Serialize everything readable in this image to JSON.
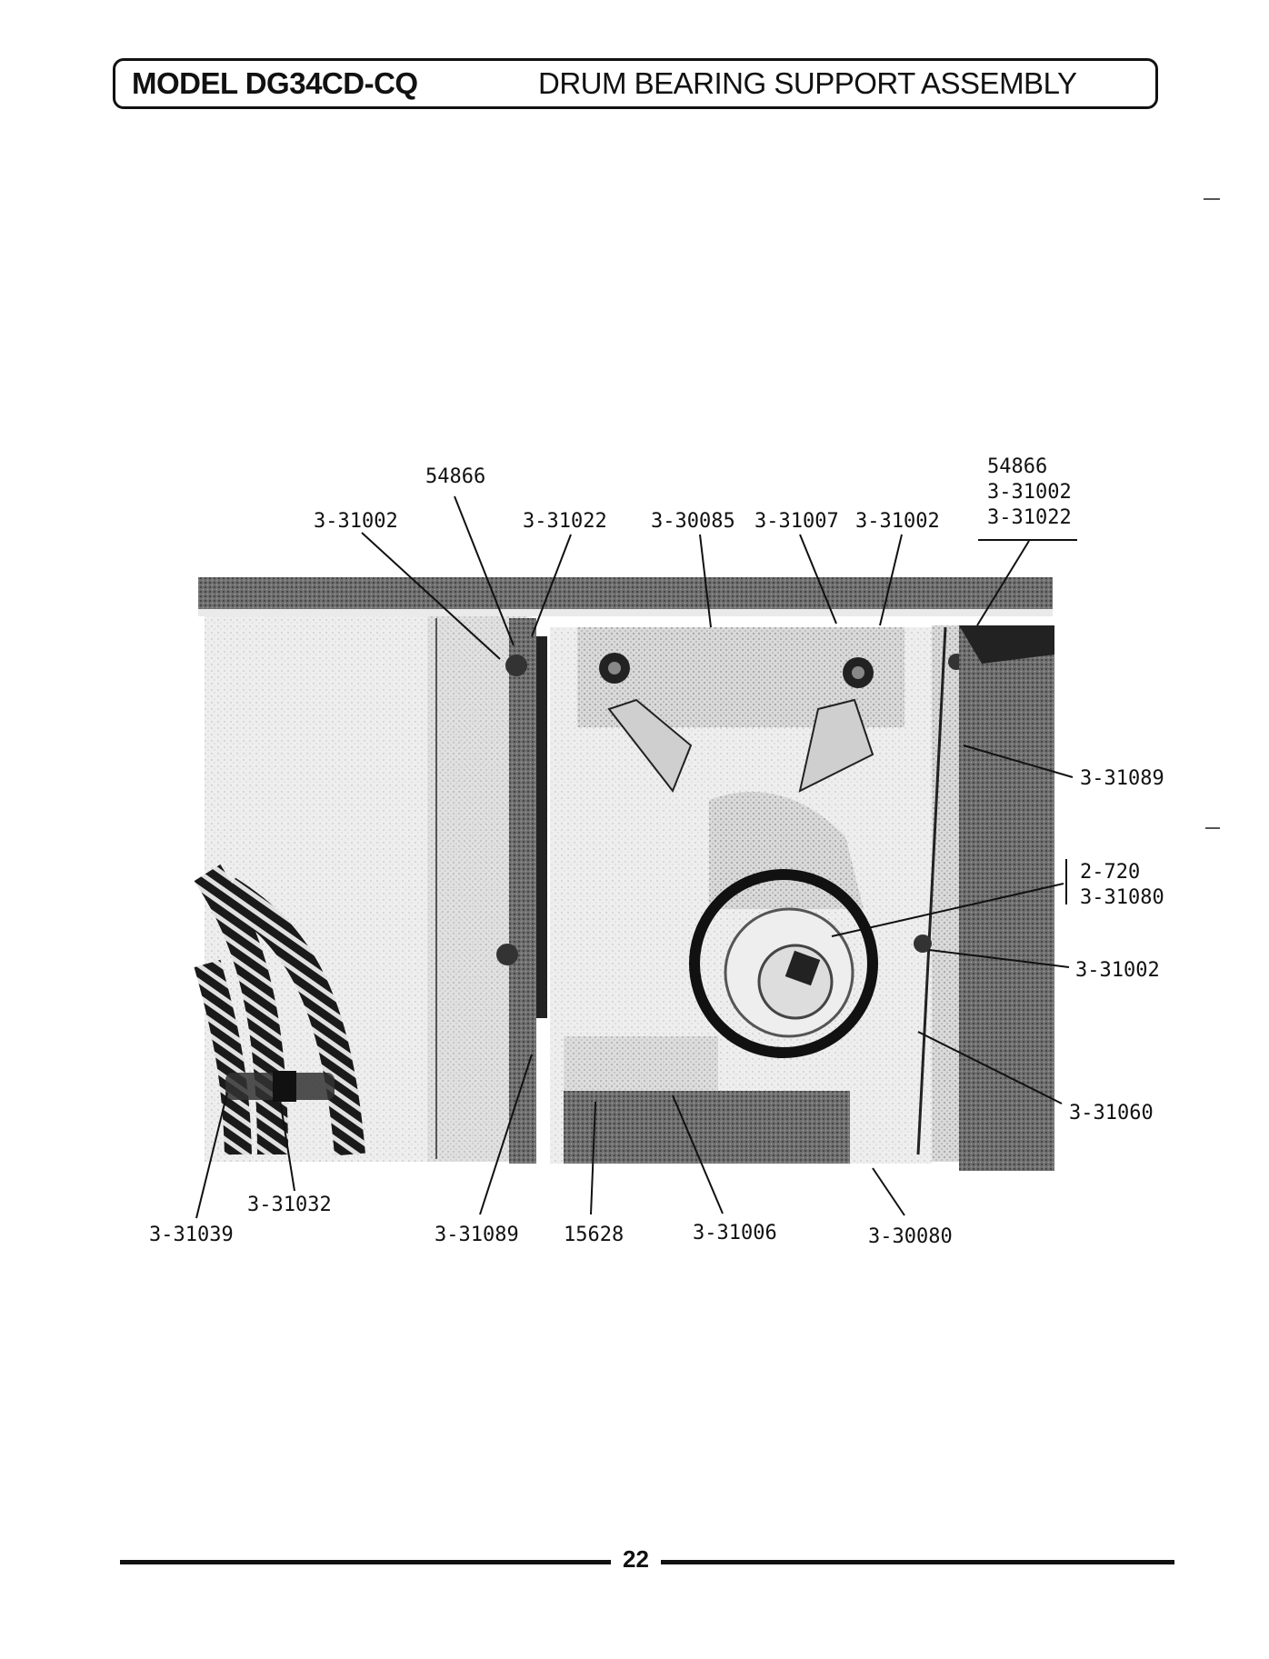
{
  "header": {
    "model": "MODEL DG34CD-CQ",
    "title": "DRUM BEARING SUPPORT ASSEMBLY"
  },
  "labels": {
    "l_54866_left": "54866",
    "l_3_31002_left": "3-31002",
    "l_3_31022_top": "3-31022",
    "l_3_30085": "3-30085",
    "l_3_31007": "3-31007",
    "l_3_31002_top": "3-31002",
    "r_54866": "54866",
    "r_3_31002": "3-31002",
    "r_3_31022": "3-31022",
    "r_3_31089": "3-31089",
    "r_2_720": "2-720",
    "r_3_31080": "3-31080",
    "r_3_31002_mid": "3-31002",
    "r_3_31060": "3-31060",
    "b_3_31032": "3-31032",
    "b_3_31039": "3-31039",
    "b_3_31089": "3-31089",
    "b_15628": "15628",
    "b_3_31006": "3-31006",
    "b_3_30080": "3-30080"
  },
  "footer": {
    "page_number": "22"
  }
}
